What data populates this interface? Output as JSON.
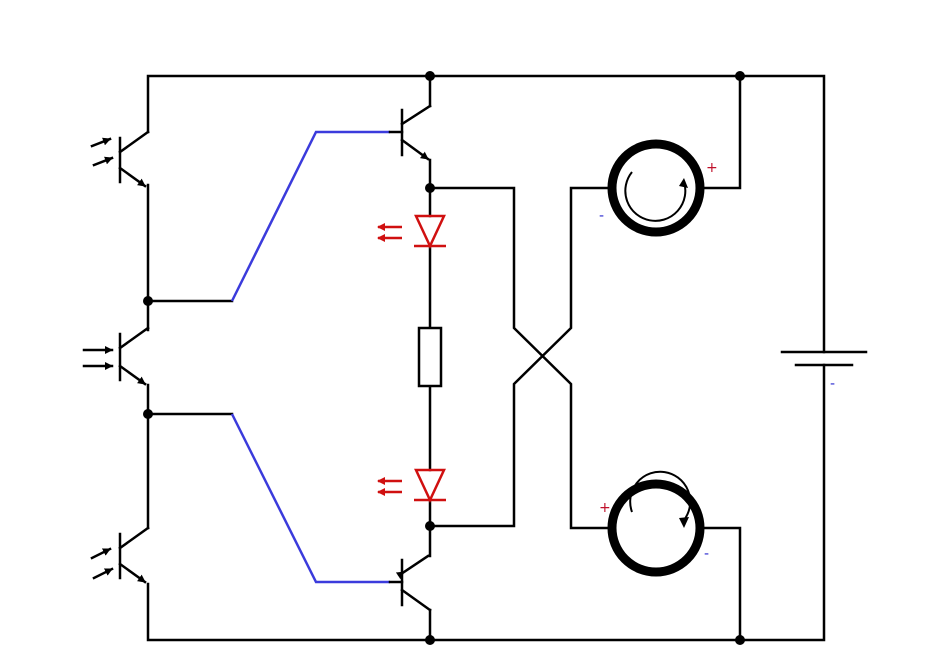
{
  "colors": {
    "wire": "#000000",
    "link": "#3b3bdc",
    "led": "#d01010",
    "polarity_plus": "#c0102a",
    "polarity_minus": "#2a2ad0"
  },
  "components": [
    {
      "name": "phototransistor",
      "count": 3
    },
    {
      "name": "npn-transistor",
      "count": 1
    },
    {
      "name": "pnp-transistor",
      "count": 1
    },
    {
      "name": "led",
      "count": 2
    },
    {
      "name": "resistor",
      "count": 1
    },
    {
      "name": "motor",
      "count": 2
    },
    {
      "name": "battery",
      "count": 1
    }
  ],
  "labels": {
    "motor_top_plus": "+",
    "motor_top_minus": "-",
    "motor_bottom_plus": "+",
    "motor_bottom_minus": "-",
    "battery_minus": "-"
  }
}
